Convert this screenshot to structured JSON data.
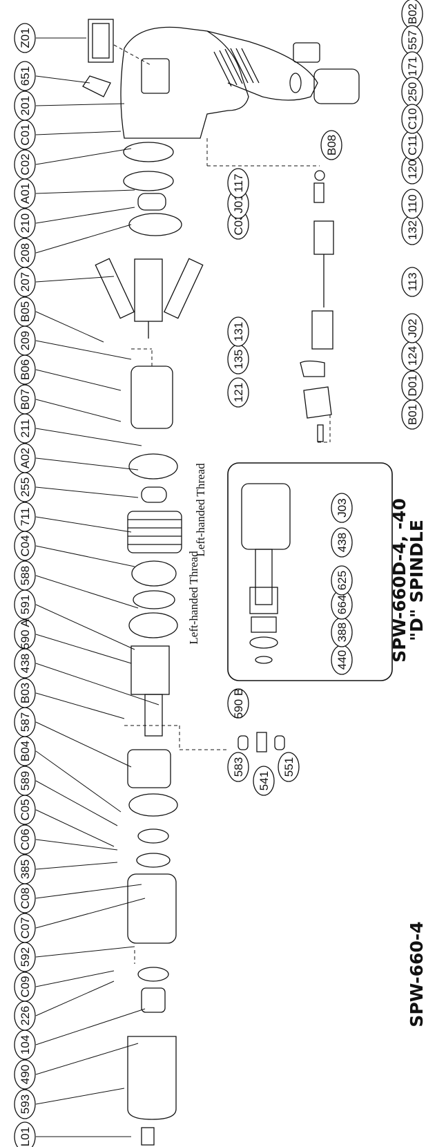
{
  "diagram": {
    "title_main": "SPW-660-4",
    "title_variant": "SPW-660D-4, -40",
    "title_variant_sub": "\"D\" SPINDLE",
    "note_left_thread_1": "Left-handed Thread",
    "note_left_thread_2": "Left-handed Thread",
    "left_column": [
      "L01",
      "593",
      "490",
      "104",
      "226",
      "C09",
      "592",
      "C07",
      "C08",
      "385",
      "C06",
      "C05",
      "589",
      "B04",
      "587",
      "B03",
      "438",
      "590 A",
      "591",
      "588",
      "C04",
      "711",
      "255",
      "A02",
      "211",
      "B07",
      "B06",
      "209",
      "B05",
      "207",
      "208",
      "210",
      "A01",
      "C02",
      "C01",
      "201",
      "651",
      "Z01"
    ],
    "right_column": [
      "B01",
      "D01",
      "124",
      "J02",
      "113",
      "132",
      "110",
      "120"
    ],
    "right_column_2": [
      "121",
      "135",
      "131",
      "C03",
      "J01",
      "117"
    ],
    "top_right": [
      "B02",
      "557",
      "171",
      "250",
      "C11",
      "C10",
      "B08"
    ],
    "spindle_inset": [
      "440",
      "388",
      "664",
      "625",
      "438",
      "J03"
    ],
    "bottom_group": [
      "583",
      "541",
      "551",
      "590 B"
    ]
  }
}
